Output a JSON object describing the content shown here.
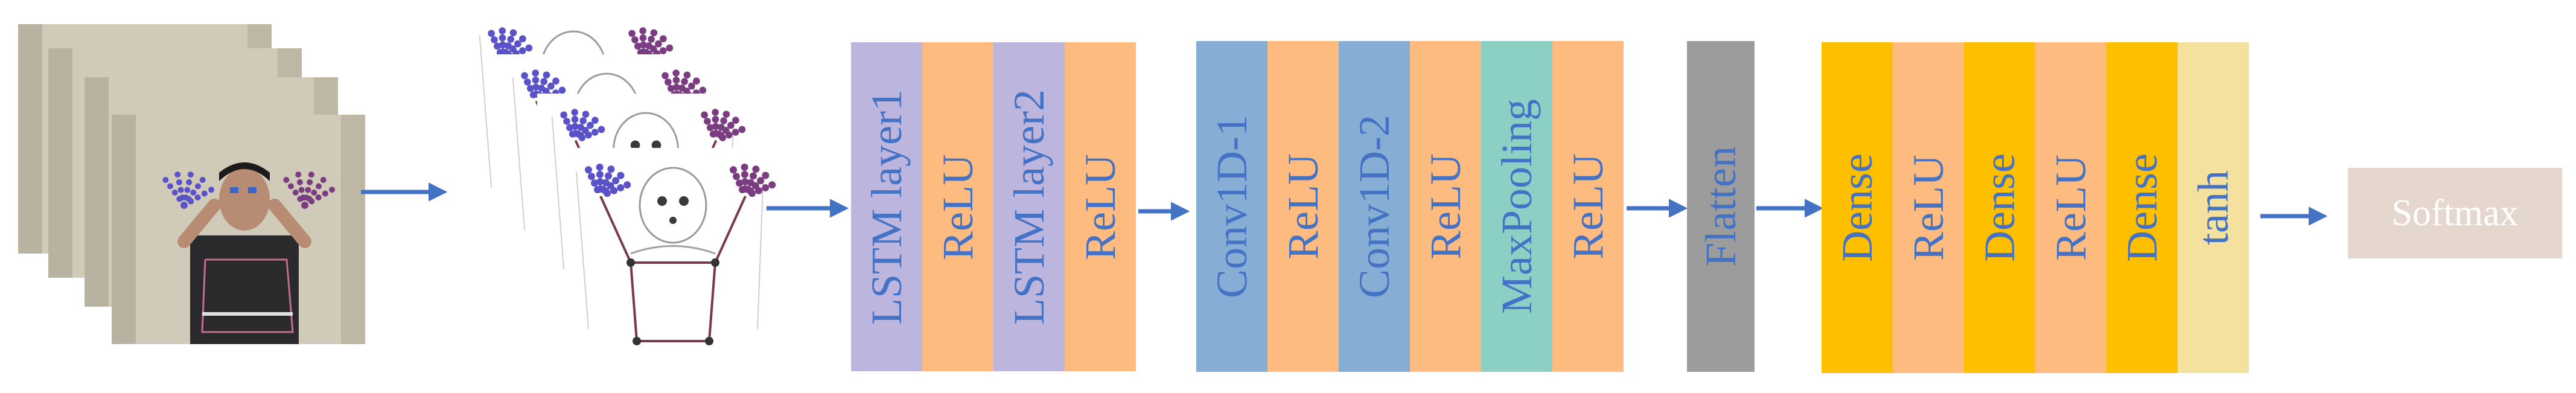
{
  "colors": {
    "lstm": "#bcb5de",
    "relu": "#fdbb7f",
    "conv": "#86aed4",
    "maxpool": "#8ccfc4",
    "flatten": "#9c9c9c",
    "dense": "#fdbf00",
    "tanh": "#f5e19e",
    "softmax": "#e5d7cd",
    "label_text": "#4472c4",
    "softmax_text": "#ffffff",
    "arrow": "#4472c4",
    "keypoint_left": "#5a52c9",
    "keypoint_right": "#7b3d82",
    "skeleton_line": "#7a3a4a"
  },
  "input": {
    "frames_icon": "video-frames-stack",
    "pose_icon": "pose-keypoint-sketch-stack"
  },
  "layers": {
    "lstm1": "LSTM layer1",
    "relu1": "ReLU",
    "lstm2": "LSTM layer2",
    "relu2": "ReLU",
    "conv1": "Conv1D-1",
    "relu3": "ReLU",
    "conv2": "Conv1D-2",
    "relu4": "ReLU",
    "maxpool": "MaxPooling",
    "relu5": "ReLU",
    "flatten": "Flatten",
    "dense1": "Dense",
    "relu6": "ReLU",
    "dense2": "Dense",
    "relu7": "ReLU",
    "dense3": "Dense",
    "tanh": "tanh",
    "softmax": "Softmax"
  }
}
